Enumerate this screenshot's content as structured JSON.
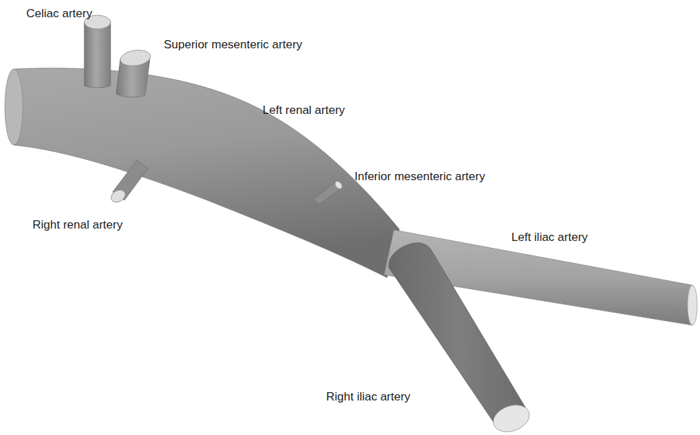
{
  "diagram": {
    "labels": [
      "Celiac artery",
      "Superior mesenteric artery",
      "Left renal artery",
      "Inferior mesenteric artery",
      "Right renal artery",
      "Left iliac artery",
      "Right iliac artery"
    ]
  }
}
